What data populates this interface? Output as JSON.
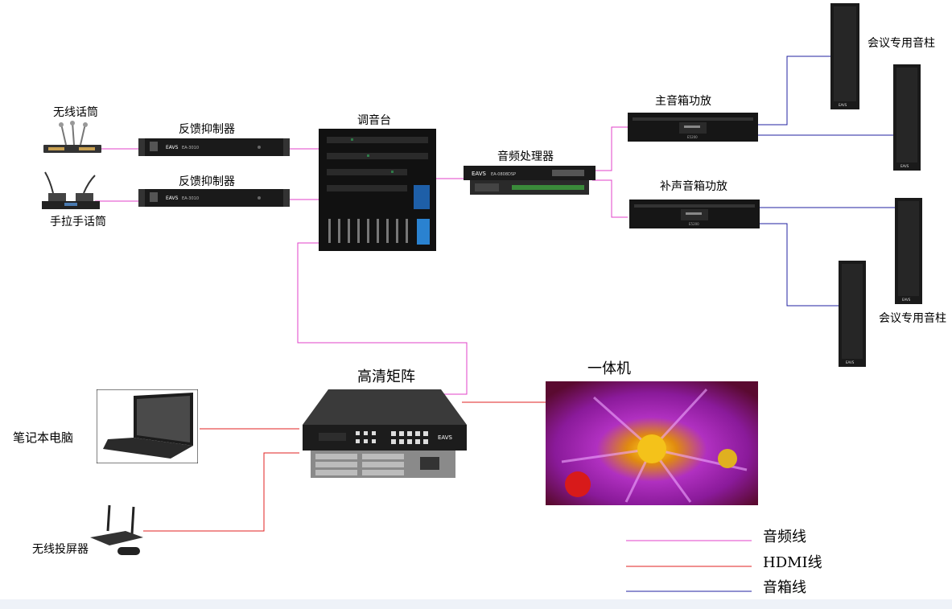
{
  "labels": {
    "wireless_mic": "无线话筒",
    "handheld_mic": "手拉手话筒",
    "feedback_1": "反馈抑制器",
    "feedback_2": "反馈抑制器",
    "mixer": "调音台",
    "processor": "音频处理器",
    "main_amp": "主音箱功放",
    "fill_amp": "补声音箱功放",
    "column_top": "会议专用音柱",
    "column_bottom": "会议专用音柱",
    "matrix": "高清矩阵",
    "display": "一体机",
    "laptop": "笔记本电脑",
    "projector": "无线投屏器"
  },
  "device_text": {
    "brand": "EAVS",
    "feedback_model": "EA-3010",
    "processor_model": "EA-0808DSP",
    "amp_model": "E5200"
  },
  "legend": [
    {
      "label": "音频线",
      "color": "#e040c8"
    },
    {
      "label": "HDMI线",
      "color": "#e02020"
    },
    {
      "label": "音箱线",
      "color": "#2020a0"
    }
  ],
  "colors": {
    "audio": "#e040c8",
    "hdmi": "#e02020",
    "speaker": "#2020a0"
  }
}
